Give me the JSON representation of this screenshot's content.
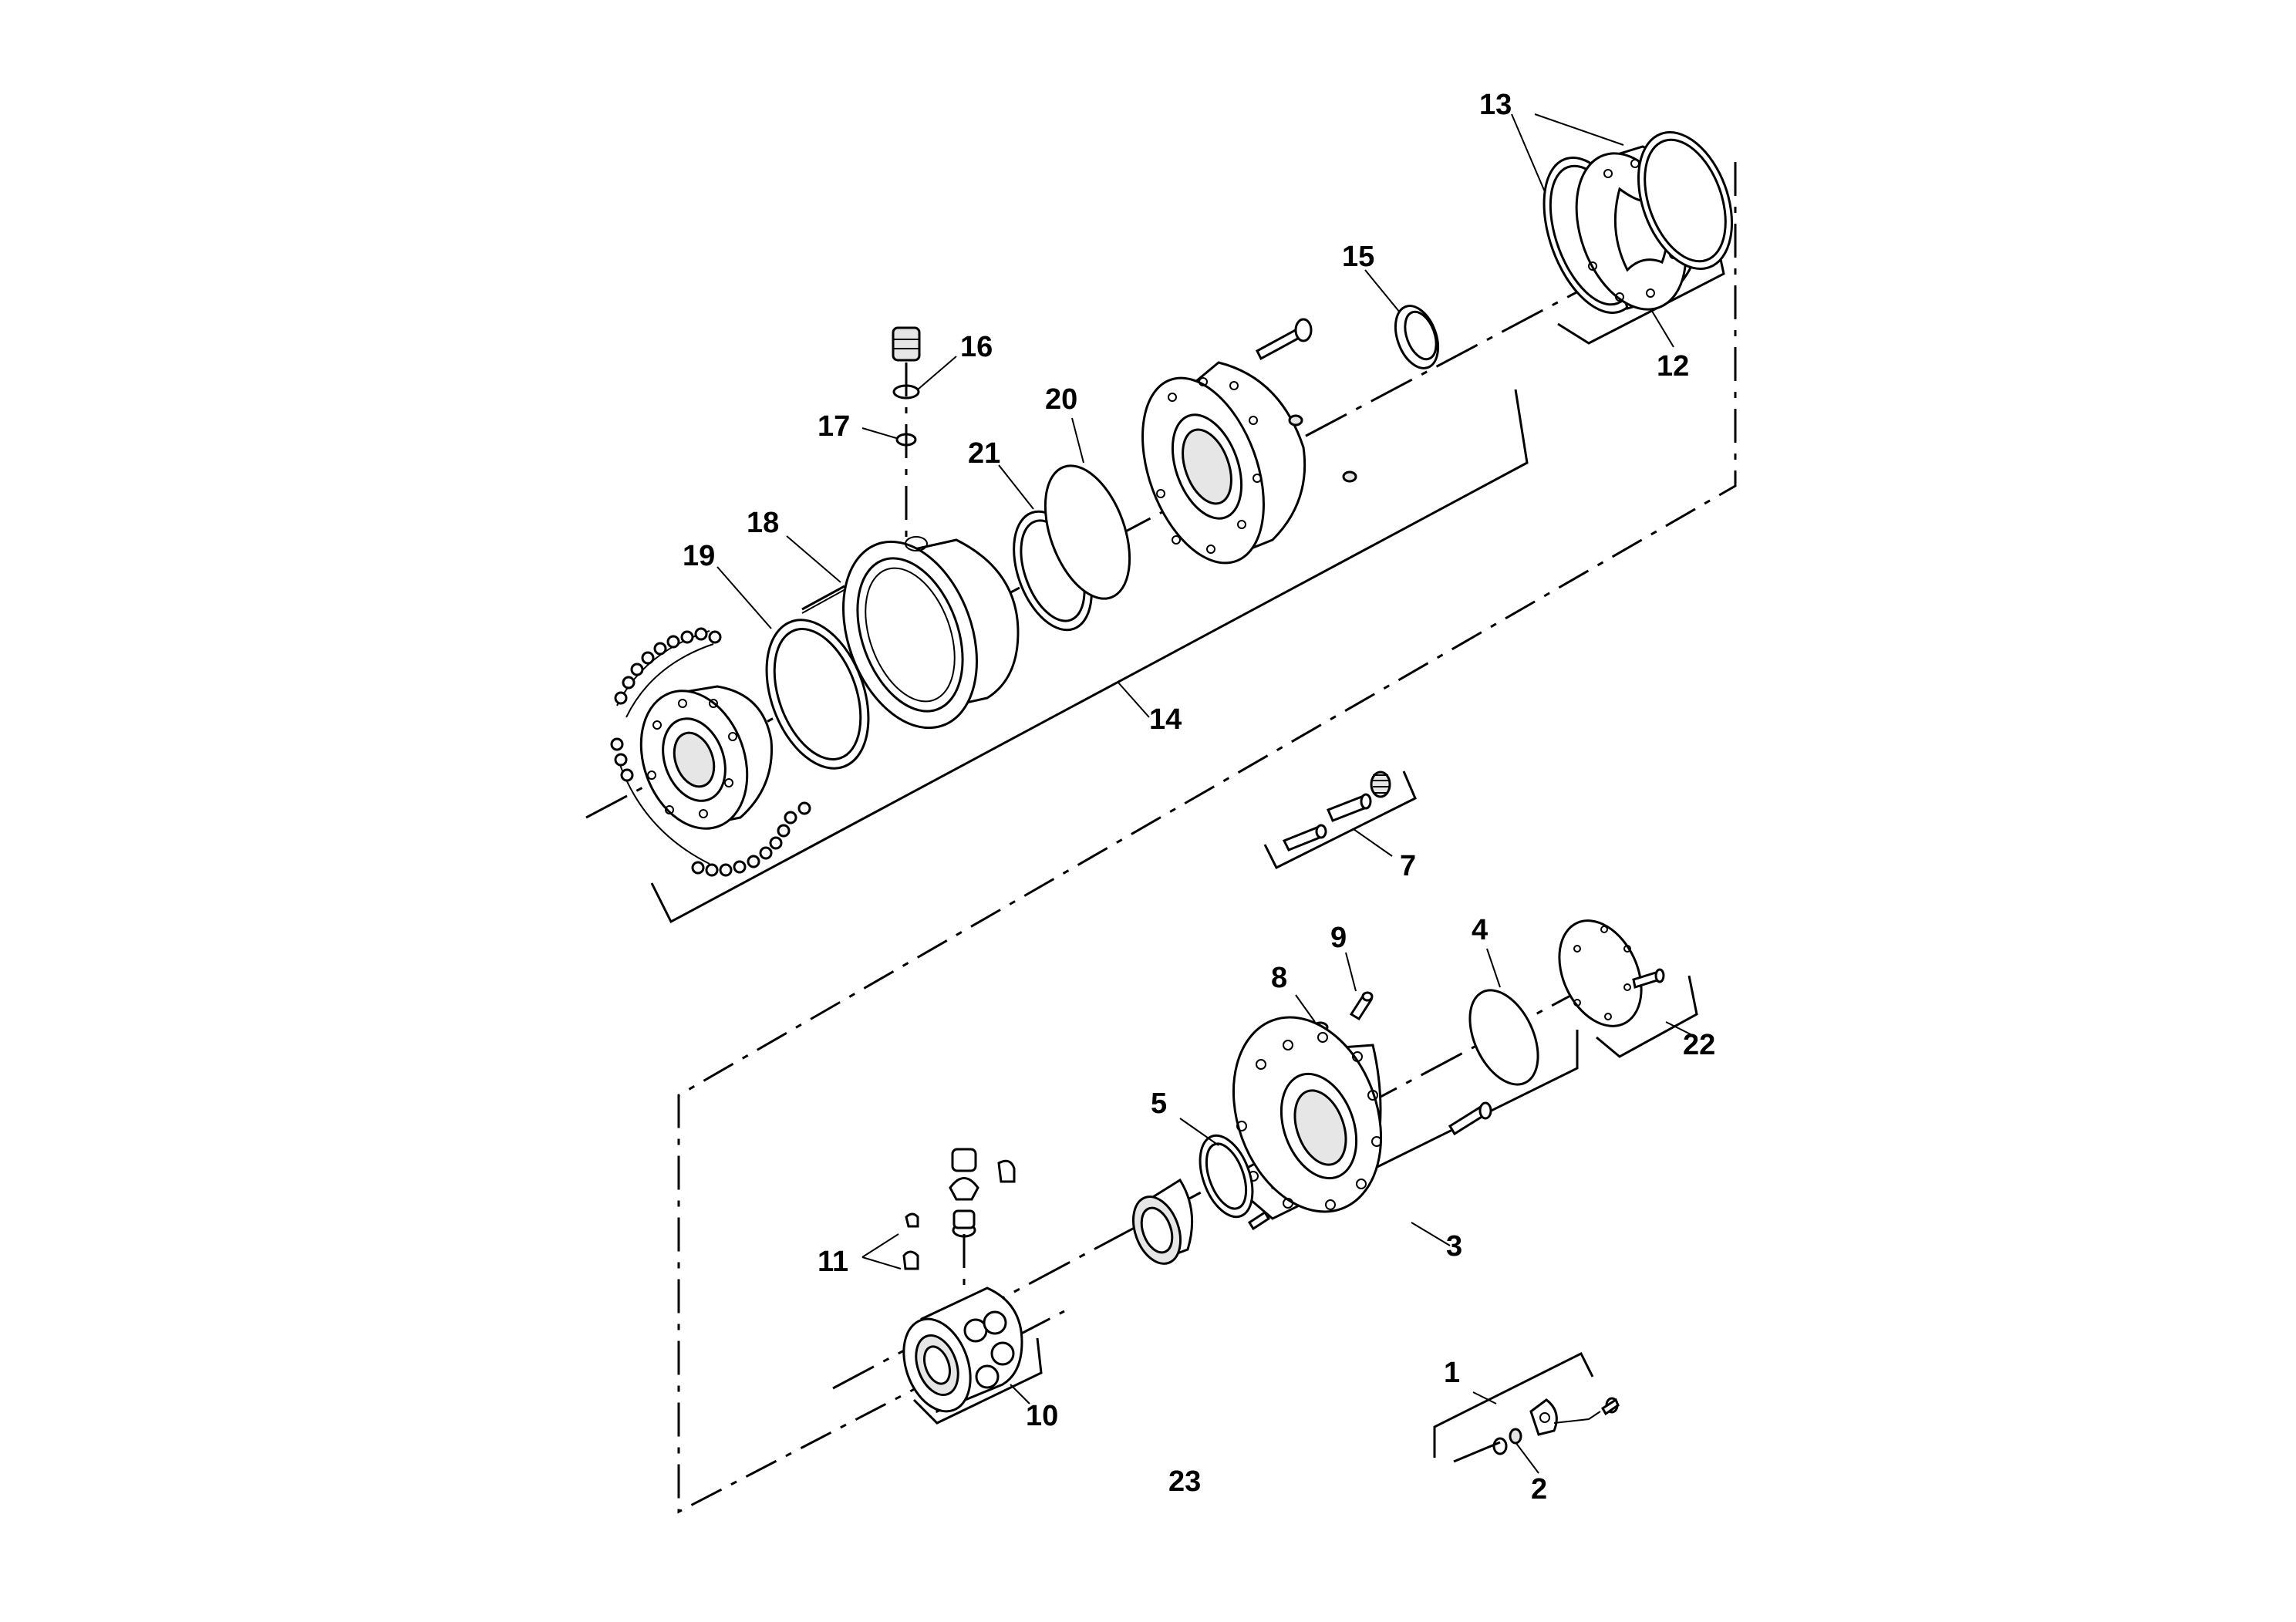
{
  "callouts": {
    "c1": "1",
    "c2": "2",
    "c3": "3",
    "c4": "4",
    "c5": "5",
    "c7": "7",
    "c8": "8",
    "c9": "9",
    "c10": "10",
    "c11": "11",
    "c12": "12",
    "c13": "13",
    "c14": "14",
    "c15": "15",
    "c16": "16",
    "c17": "17",
    "c18": "18",
    "c19": "19",
    "c20": "20",
    "c21": "21",
    "c22": "22",
    "c23": "23"
  }
}
